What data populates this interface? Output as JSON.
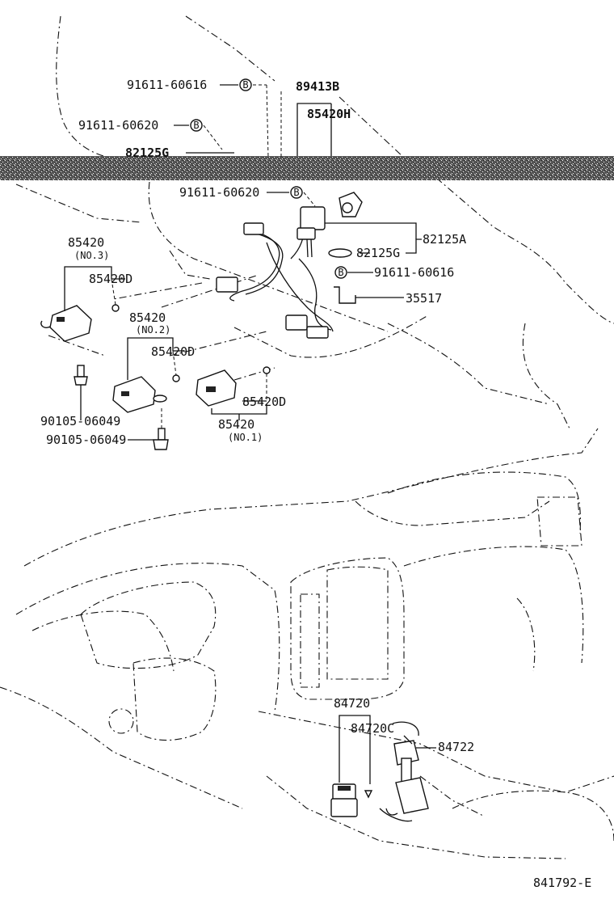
{
  "diagram_id": "841792-E",
  "callouts": {
    "c1": "91611-60616",
    "c2": "89413B",
    "c3": "85420H",
    "c4": "91611-60620",
    "c5": "82125G",
    "c6": "91611-60620",
    "c7": "82125A",
    "c8": "82125G",
    "c9": "91611-60616",
    "c10": "35517",
    "c11": "85420",
    "c12": "(NO.3)",
    "c13": "85420D",
    "c14": "85420",
    "c15": "(NO.2)",
    "c16": "85420D",
    "c17": "85420D",
    "c18": "85420",
    "c19": "(NO.1)",
    "c20": "90105-06049",
    "c21": "90105-06049",
    "c22": "84720",
    "c23": "84720C",
    "c24": "84722"
  },
  "badges": {
    "b": "B"
  }
}
